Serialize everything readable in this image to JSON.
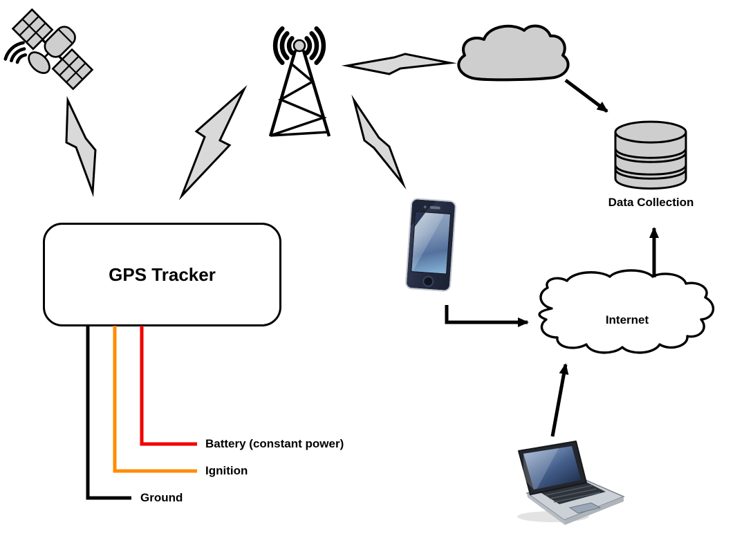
{
  "diagram": {
    "gps_tracker_label": "GPS Tracker",
    "data_collection_label": "Data Collection",
    "internet_label": "Internet"
  },
  "wires": {
    "battery": {
      "label": "Battery (constant power)",
      "color": "#f20000"
    },
    "ignition": {
      "label": "Ignition",
      "color": "#ff8c00"
    },
    "ground": {
      "label": "Ground",
      "color": "#000000"
    }
  },
  "palette": {
    "icon_fill": "#cecece",
    "bolt_fill": "#d9d9d9",
    "internet_cloud_fill": "#ffffff",
    "outline": "#000000"
  },
  "icons": [
    "satellite-icon",
    "cell-tower-icon",
    "cloud-icon",
    "database-icon",
    "smartphone-icon",
    "internet-cloud-icon",
    "laptop-icon",
    "lightning-bolt-icon",
    "arrow-icon"
  ]
}
